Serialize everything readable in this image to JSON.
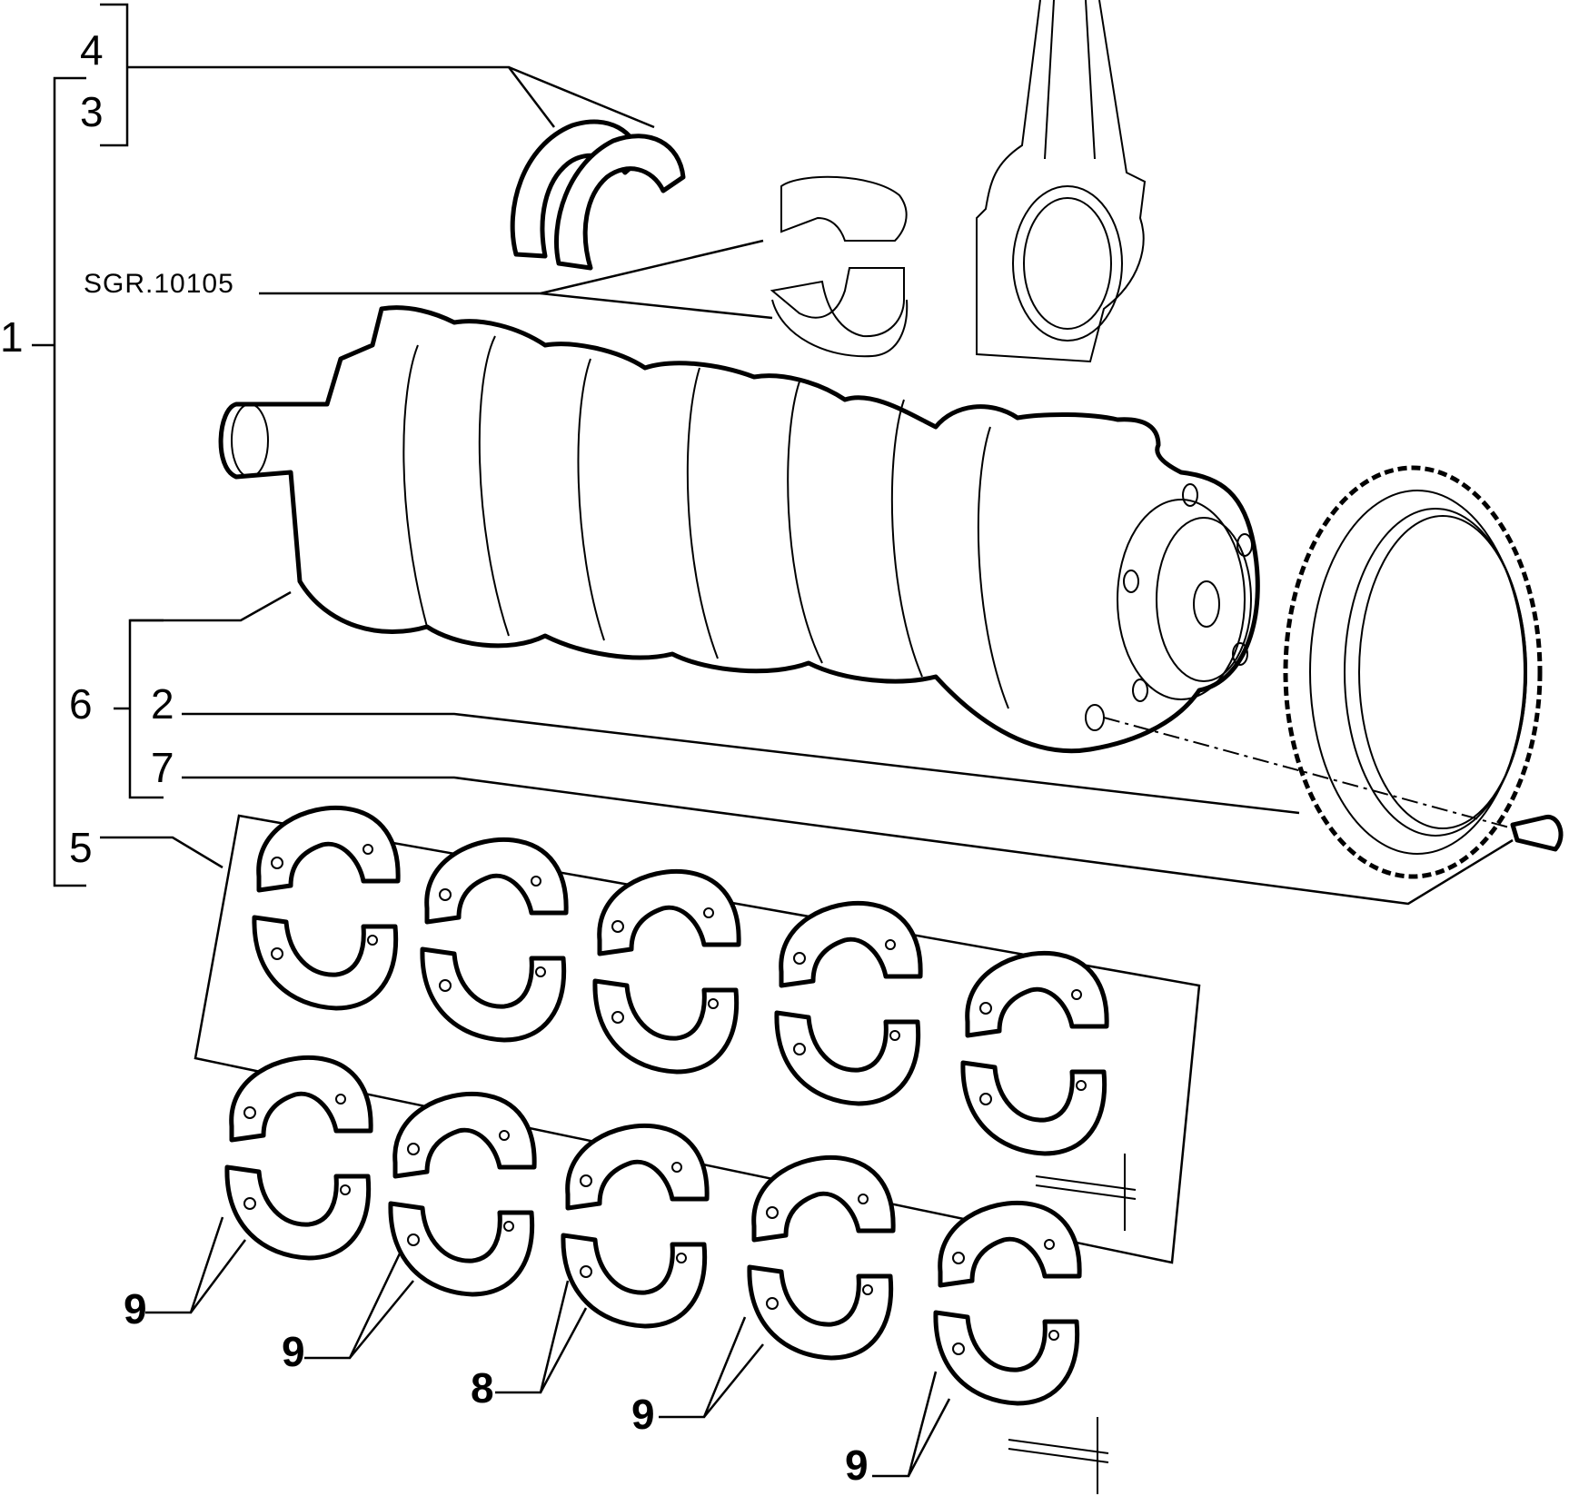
{
  "labels": {
    "assembly": "1",
    "ring_gear": "2",
    "thrust_lower": "3",
    "thrust_upper": "4",
    "main_bearing_set": "5",
    "crankshaft_group": "6",
    "bolt": "7",
    "bearing_pair_8": "8",
    "bearing_pair_9": "9",
    "rod_bearing_code": "SGR.10105"
  },
  "colors": {
    "line": "#000000",
    "background": "#ffffff"
  }
}
